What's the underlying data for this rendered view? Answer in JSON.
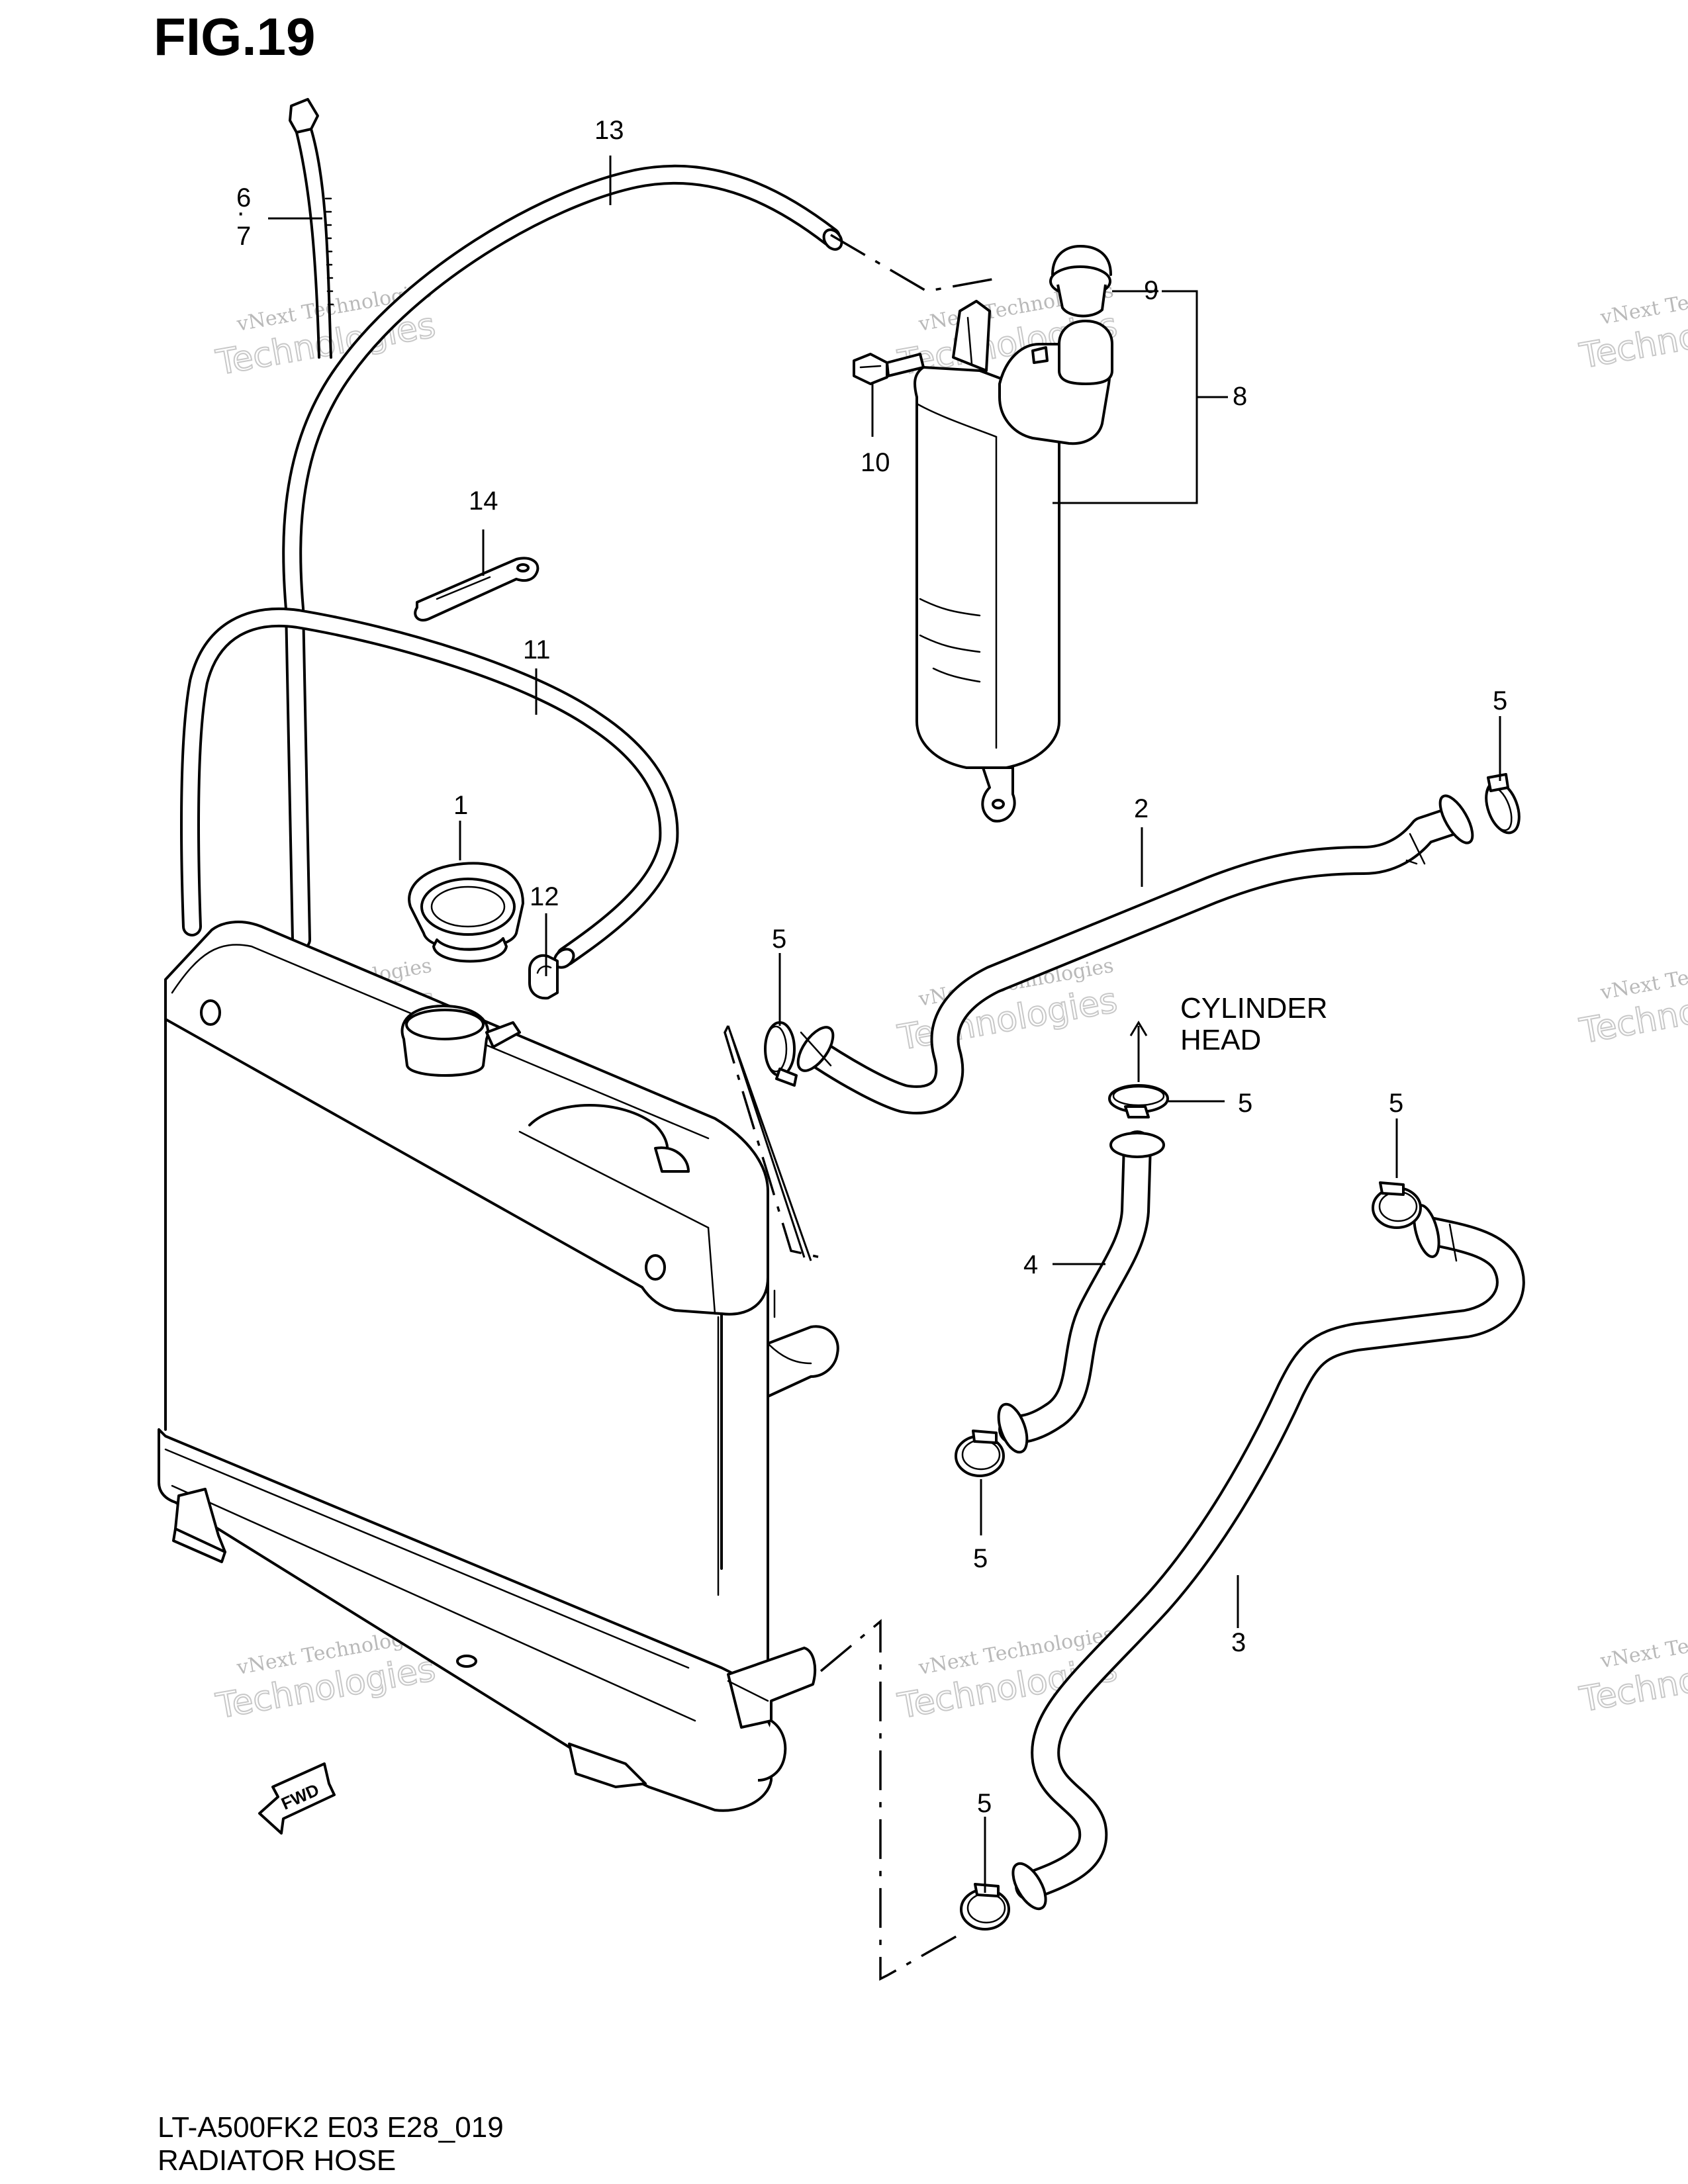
{
  "figure": {
    "title": "FIG.19",
    "model_code": "LT-A500FK2 E03 E28_019",
    "caption": "RADIATOR HOSE"
  },
  "annotations": {
    "cylinder_head_line1": "CYLINDER",
    "cylinder_head_line2": "HEAD",
    "fwd_arrow": "FWD"
  },
  "callouts": {
    "c1": "1",
    "c2": "2",
    "c3": "3",
    "c4": "4",
    "c5a": "5",
    "c5b": "5",
    "c5c": "5",
    "c5d": "5",
    "c5e": "5",
    "c5f": "5",
    "c6": "6",
    "c7": "7",
    "c8": "8",
    "c9": "9",
    "c10": "10",
    "c11": "11",
    "c12": "12",
    "c13": "13",
    "c14": "14"
  },
  "watermark": {
    "line1": "vNext Technologies",
    "line2": "Technologies"
  }
}
